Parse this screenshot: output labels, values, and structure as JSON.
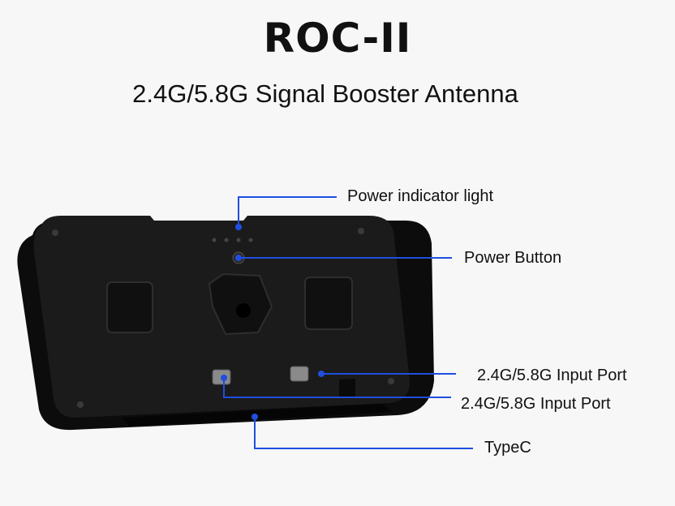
{
  "header": {
    "title": "ROC-II",
    "subtitle": "2.4G/5.8G Signal Booster Antenna"
  },
  "callouts": {
    "power_indicator": "Power indicator light",
    "power_button": "Power Button",
    "input_port_1": "2.4G/5.8G Input Port",
    "input_port_2": "2.4G/5.8G Input Port",
    "typec": "TypeC"
  },
  "colors": {
    "leader_line": "#1f4ee0",
    "device": "#141414"
  }
}
